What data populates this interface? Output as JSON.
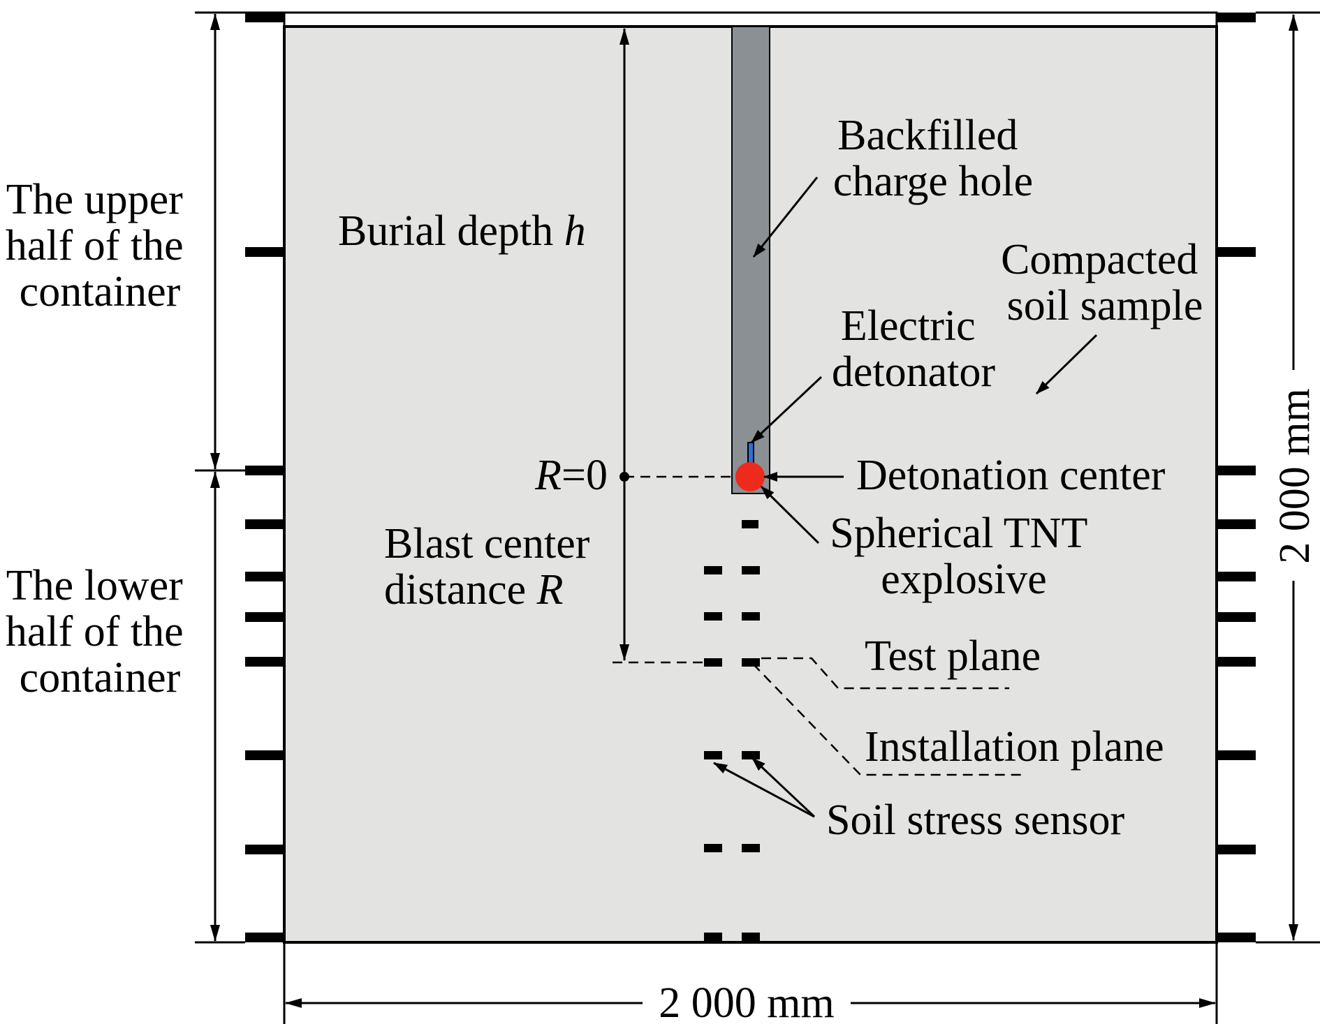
{
  "colors": {
    "soil_fill": "#e3e3e1",
    "charge_hole_fill": "#8a9093",
    "tnt_fill": "#ee2a1c",
    "detonator_fill": "#2e6fd6",
    "line": "#000000"
  },
  "labels": {
    "upper_half": [
      "The upper",
      "half of the",
      "container"
    ],
    "lower_half": [
      "The lower",
      "half of the",
      "container"
    ],
    "burial_depth": "Burial depth ",
    "burial_depth_var": "h",
    "r_zero_var": "R",
    "r_zero_rest": "=0",
    "blast_center": [
      "Blast center",
      "distance "
    ],
    "blast_center_var": "R",
    "backfilled": [
      "Backfilled",
      "charge hole"
    ],
    "compacted": [
      "Compacted",
      "soil sample"
    ],
    "detonator": [
      "Electric",
      "detonator"
    ],
    "detonation_center": "Detonation center",
    "tnt": [
      "Spherical TNT",
      "explosive"
    ],
    "test_plane": "Test plane",
    "installation_plane": "Installation plane",
    "sensor": "Soil stress sensor",
    "width_dim": "2 000 mm",
    "height_dim": "2 000 mm"
  }
}
